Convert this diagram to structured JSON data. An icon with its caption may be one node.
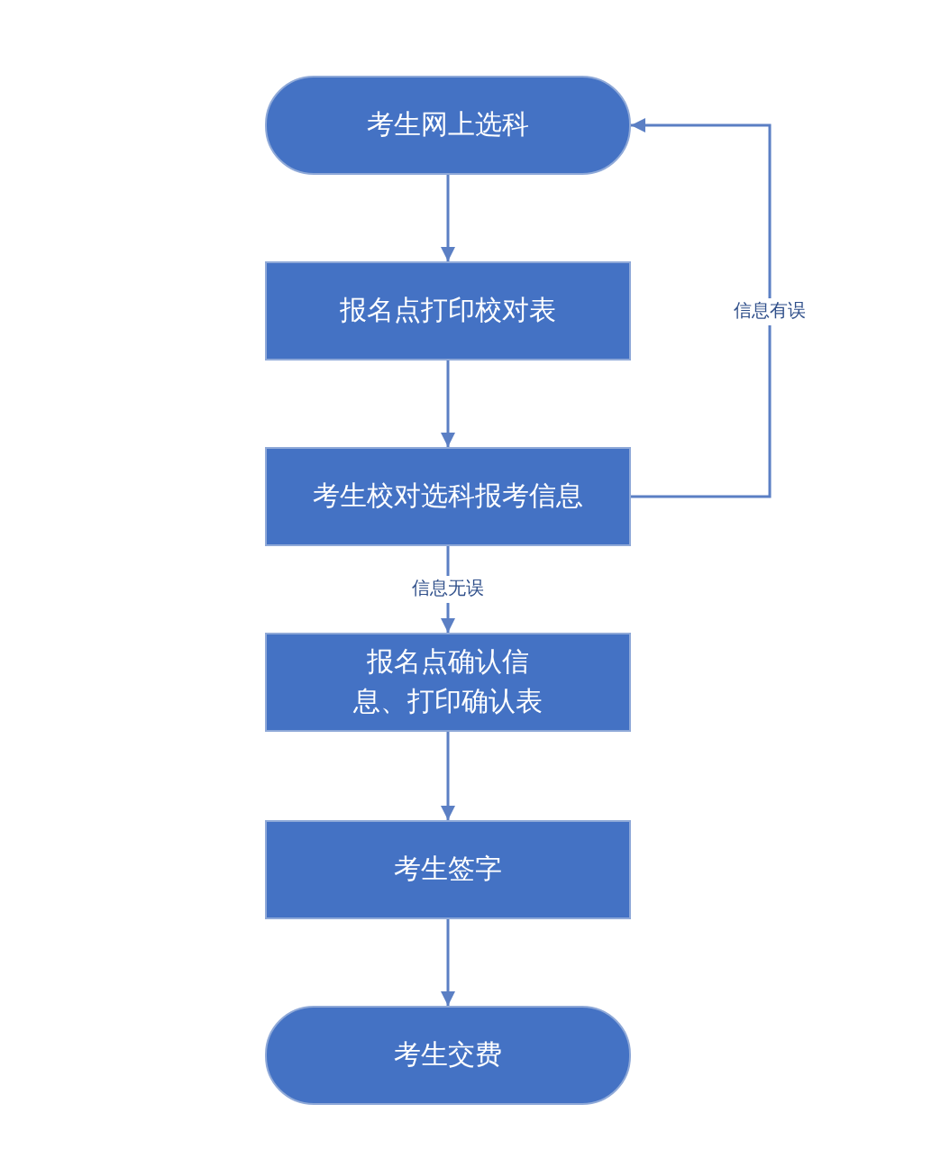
{
  "diagram": {
    "nodes": [
      {
        "text": [
          "考生网上选科"
        ]
      },
      {
        "text": [
          "报名点打印校对表"
        ]
      },
      {
        "text": [
          "考生校对选科报考信息"
        ]
      },
      {
        "text": [
          "报名点确认信息、打印确认表"
        ]
      },
      {
        "text": [
          "考生签字"
        ]
      },
      {
        "text": [
          "考生交费"
        ]
      }
    ],
    "edges": [
      {
        "from": 0,
        "to": 1,
        "arrow": "to"
      },
      {
        "from": 1,
        "to": 2,
        "arrow": "to"
      },
      {
        "from": 2,
        "to": 3,
        "label": "信息无误",
        "arrow": "to"
      },
      {
        "from": 2,
        "to": 0,
        "label": "信息有误",
        "arrow": "to"
      },
      {
        "from": 3,
        "to": 4,
        "arrow": "to"
      },
      {
        "from": 4,
        "to": 5,
        "arrow": "to"
      }
    ]
  }
}
